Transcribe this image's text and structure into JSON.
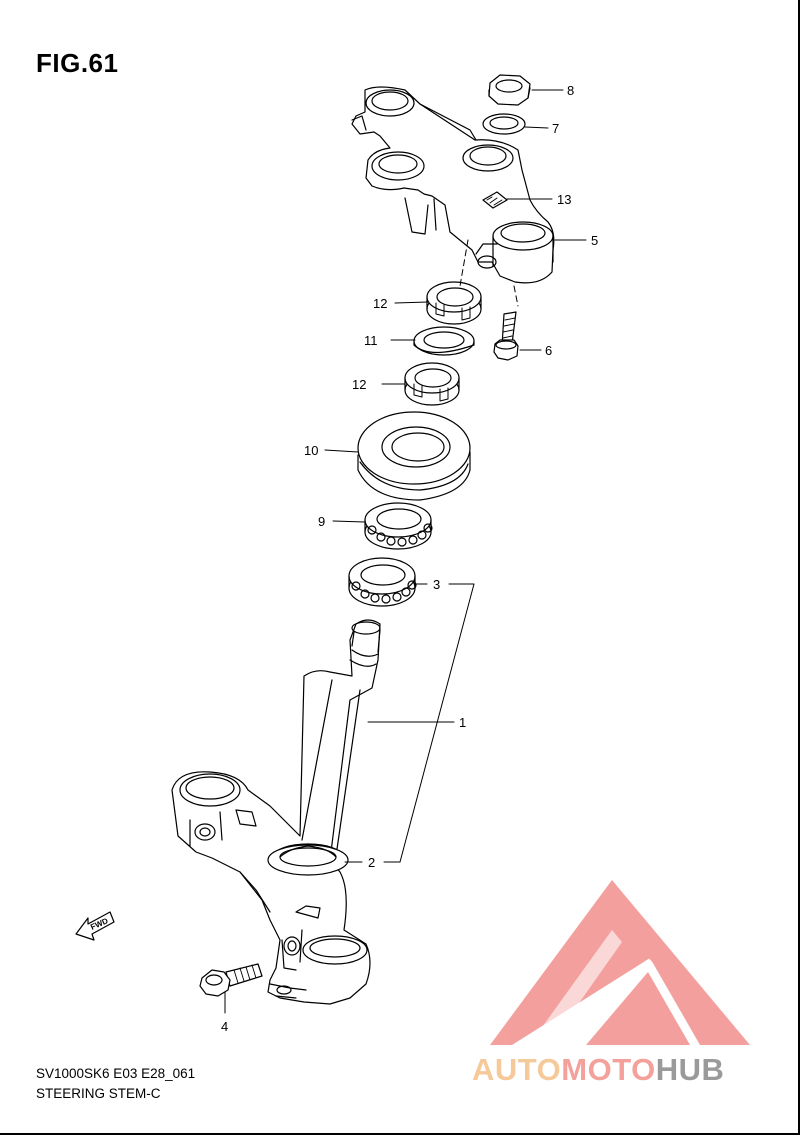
{
  "figure": {
    "title": "FIG.61",
    "code": "SV1000SK6 E03 E28_061",
    "name": "STEERING STEM-C",
    "fwd_label": "FWD"
  },
  "callouts": [
    "1",
    "2",
    "3",
    "4",
    "5",
    "6",
    "7",
    "8",
    "9",
    "10",
    "11",
    "12",
    "12",
    "13"
  ],
  "watermark": {
    "part1": "AUTO",
    "part2": "MOTO",
    "part3": "HUB",
    "colors": {
      "auto": "#f6c99a",
      "moto": "#f4a19c",
      "hub": "#9a9a9a",
      "logo": "#f28f8c"
    }
  }
}
